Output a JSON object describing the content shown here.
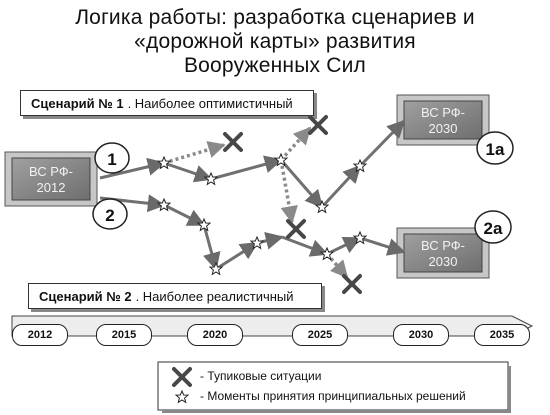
{
  "title": {
    "line1": "Логика работы: разработка сценариев и",
    "line2": "«дорожной карты» развития",
    "line3": "Вооруженных Сил"
  },
  "scenario1": {
    "number": "Сценарий № 1",
    "text": ". Наиболее оптимистичный"
  },
  "scenario2": {
    "number": "Сценарий № 2",
    "text": ". Наиболее реалистичный"
  },
  "nodes": {
    "start": [
      "ВС РФ-",
      "2012"
    ],
    "target_1a": [
      "ВС РФ-",
      "2030"
    ],
    "target_2a": [
      "ВС РФ-",
      "2030"
    ]
  },
  "path_labels": {
    "path1": "1",
    "path2": "2",
    "target1": "1а",
    "target2": "2а"
  },
  "timeline": {
    "years": [
      "2012",
      "2015",
      "2020",
      "2025",
      "2030",
      "2035"
    ]
  },
  "legend": {
    "deadend": "- Тупиковые ситуации",
    "decision": "- Моменты принятия принципиальных решений"
  },
  "colors": {
    "arrow": "#707070",
    "dotted": "#8a8a8a",
    "cross": "#4a4a4a",
    "box_fill": "#8c8c8c",
    "box_frame": "#b8b8b8"
  }
}
